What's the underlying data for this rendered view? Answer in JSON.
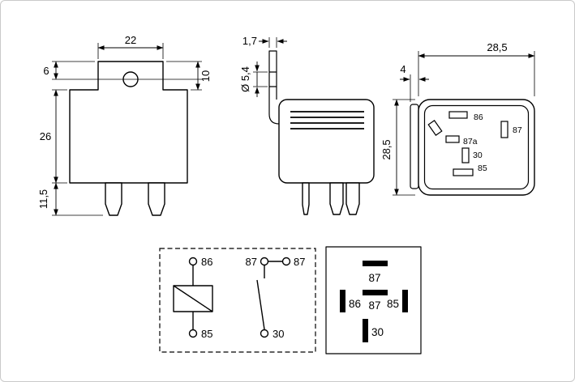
{
  "figure": {
    "background": "#ffffff",
    "border_color": "#c9c9c9",
    "line_color": "#000000"
  },
  "front_view": {
    "dim_tab_width": "22",
    "dim_tab_to_hole": "6",
    "dim_tab_height": "10",
    "dim_body_height": "26",
    "dim_pin_length": "11,5"
  },
  "side_view": {
    "dim_bracket_thickness": "1,7",
    "dim_hole_diameter": "Ø 5,4"
  },
  "bottom_view": {
    "dim_bracket_offset": "4",
    "dim_width": "28,5",
    "dim_height": "28,5",
    "pin_86": "86",
    "pin_87": "87",
    "pin_87a": "87a",
    "pin_30": "30",
    "pin_85": "85"
  },
  "schematic": {
    "terminal_86": "86",
    "terminal_87_left": "87",
    "terminal_87_right": "87",
    "terminal_85": "85",
    "terminal_30": "30"
  },
  "footprint": {
    "pin_87_top": "87",
    "pin_86": "86",
    "pin_87_center": "87",
    "pin_85": "85",
    "pin_30": "30"
  }
}
